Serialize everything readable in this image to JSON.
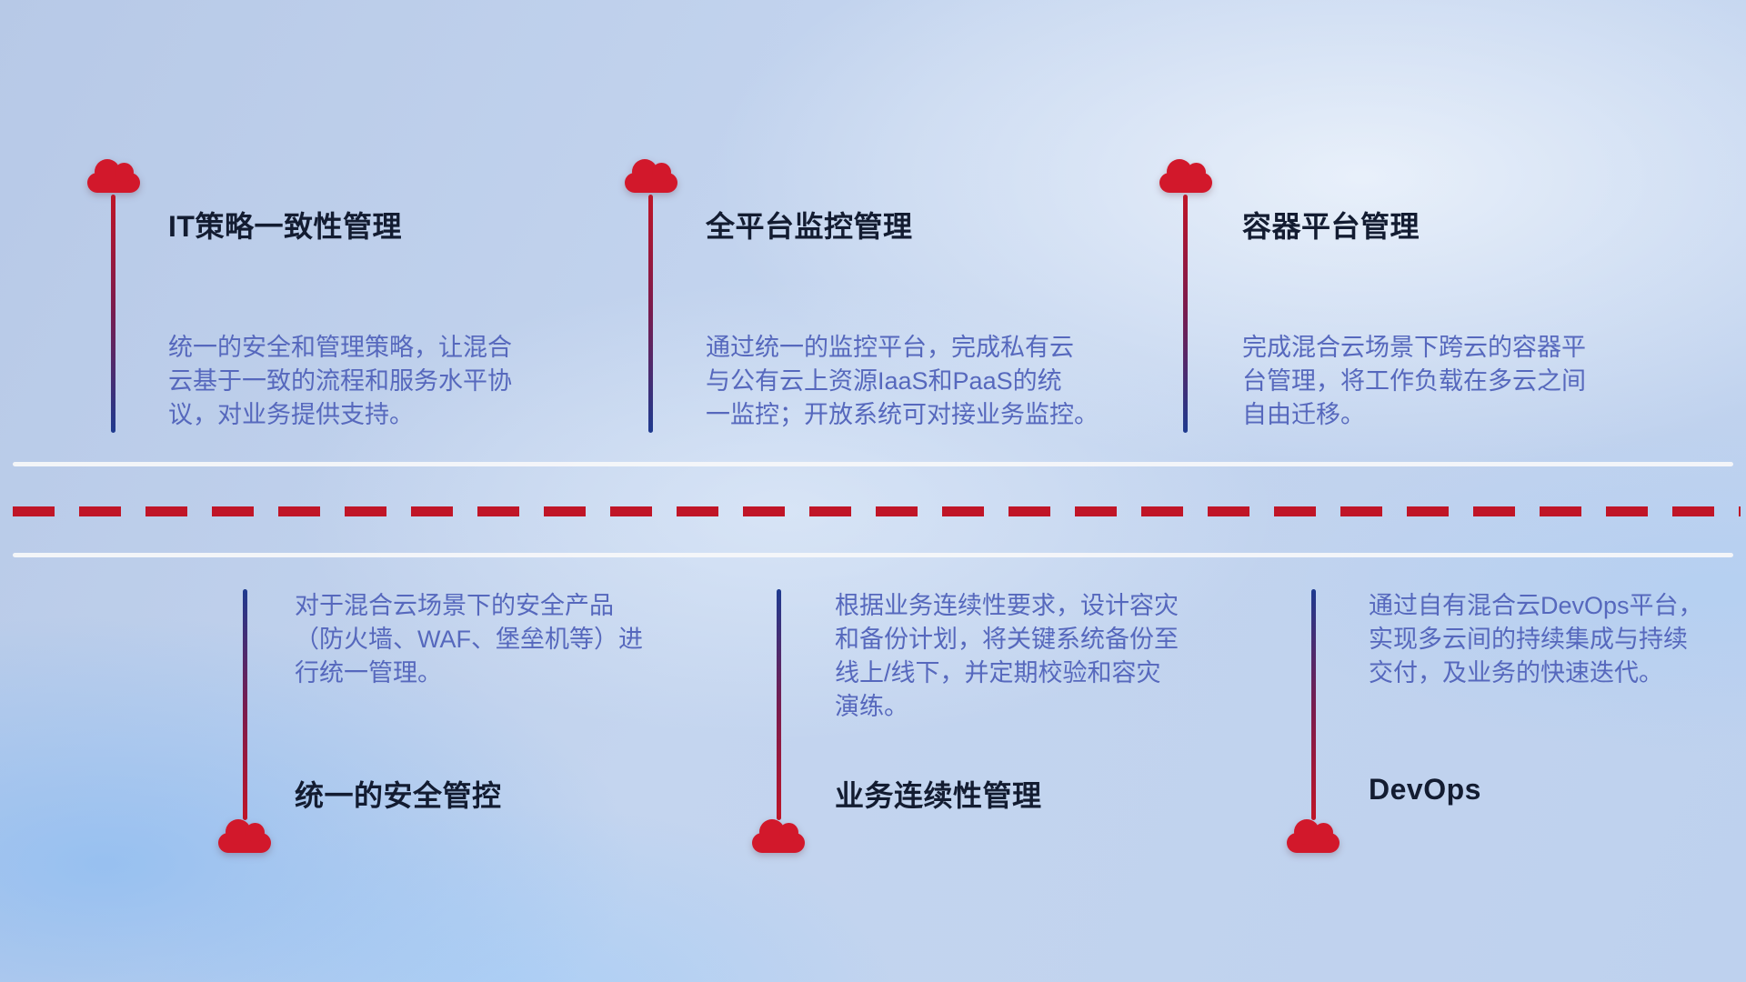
{
  "diagram": {
    "colors": {
      "cloud_red": "#d2182b",
      "line_red": "#c01527",
      "line_blue": "#1e3a8f",
      "title_text": "#131c31",
      "description_text": "#5668bd"
    },
    "top_items": [
      {
        "title": "IT策略一致性管理",
        "description": "统一的安全和管理策略，让混合\n云基于一致的流程和服务水平协\n议，对业务提供支持。"
      },
      {
        "title": "全平台监控管理",
        "description": "通过统一的监控平台，完成私有云\n与公有云上资源IaaS和PaaS的统\n一监控；开放系统可对接业务监控。"
      },
      {
        "title": "容器平台管理",
        "description": "完成混合云场景下跨云的容器平\n台管理，将工作负载在多云之间\n自由迁移。"
      }
    ],
    "bottom_items": [
      {
        "title": "统一的安全管控",
        "description": "对于混合云场景下的安全产品\n（防火墙、WAF、堡垒机等）进\n行统一管理。"
      },
      {
        "title": "业务连续性管理",
        "description": "根据业务连续性要求，设计容灾\n和备份计划，将关键系统备份至\n线上/线下，并定期校验和容灾\n演练。"
      },
      {
        "title": "DevOps",
        "description": "通过自有混合云DevOps平台，\n实现多云间的持续集成与持续\n交付，及业务的快速迭代。"
      }
    ]
  }
}
